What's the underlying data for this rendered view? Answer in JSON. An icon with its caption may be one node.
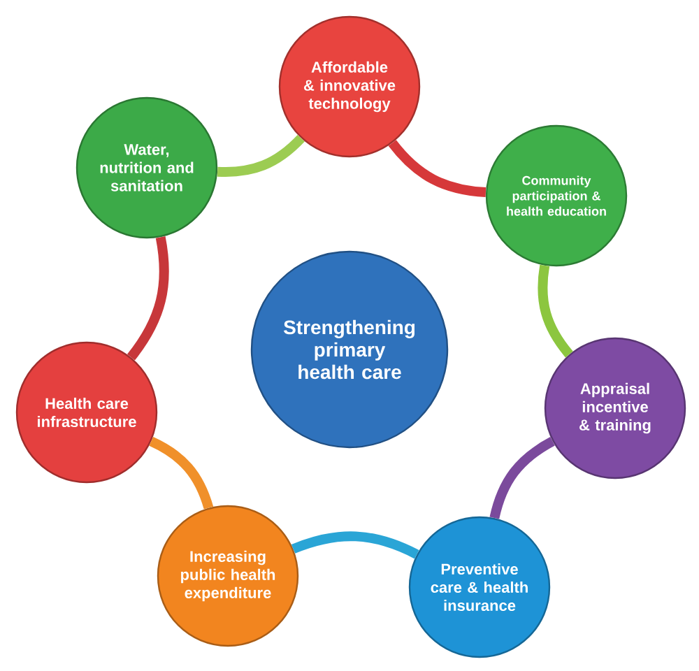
{
  "diagram": {
    "nodes": [
      {
        "text": [
          "Affordable & innovative technology"
        ]
      },
      {
        "text": [
          "Community participation & health education"
        ]
      },
      {
        "text": [
          "Appraisal incentive & training"
        ]
      },
      {
        "text": [
          "Preventive care & health insurance"
        ]
      },
      {
        "text": [
          "Increasing public health expenditure"
        ]
      },
      {
        "text": [
          "Health care infrastructure"
        ]
      },
      {
        "text": [
          "Water, nutrition and sanitation"
        ]
      },
      {
        "text": [
          "Strengthening primary health care"
        ]
      }
    ],
    "edges": [
      {
        "from": 0,
        "to": 1,
        "arrow": "none",
        "color": "#d6383a"
      },
      {
        "from": 1,
        "to": 2,
        "arrow": "none",
        "color": "#8cc63f"
      },
      {
        "from": 2,
        "to": 3,
        "arrow": "none",
        "color": "#7b4a9c"
      },
      {
        "from": 3,
        "to": 4,
        "arrow": "none",
        "color": "#2aa5d6"
      },
      {
        "from": 4,
        "to": 5,
        "arrow": "none",
        "color": "#f0902a"
      },
      {
        "from": 5,
        "to": 6,
        "arrow": "none",
        "color": "#c7373a"
      },
      {
        "from": 6,
        "to": 0,
        "arrow": "none",
        "color": "#9ccc52"
      }
    ]
  }
}
